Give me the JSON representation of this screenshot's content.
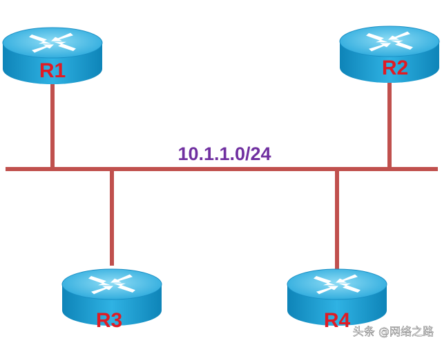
{
  "network": {
    "subnet_label": "10.1.1.0/24",
    "line_color": "#c0504d",
    "subnet_label_color": "#7030a0"
  },
  "routers": [
    {
      "name": "R1",
      "icon": "router-icon"
    },
    {
      "name": "R2",
      "icon": "router-icon"
    },
    {
      "name": "R3",
      "icon": "router-icon"
    },
    {
      "name": "R4",
      "icon": "router-icon"
    }
  ],
  "router_style": {
    "body_color": "#1da2d8",
    "top_color": "#4fc3ea",
    "label_color": "#e01b24"
  },
  "watermark": {
    "text": "头条 @网络之路"
  }
}
